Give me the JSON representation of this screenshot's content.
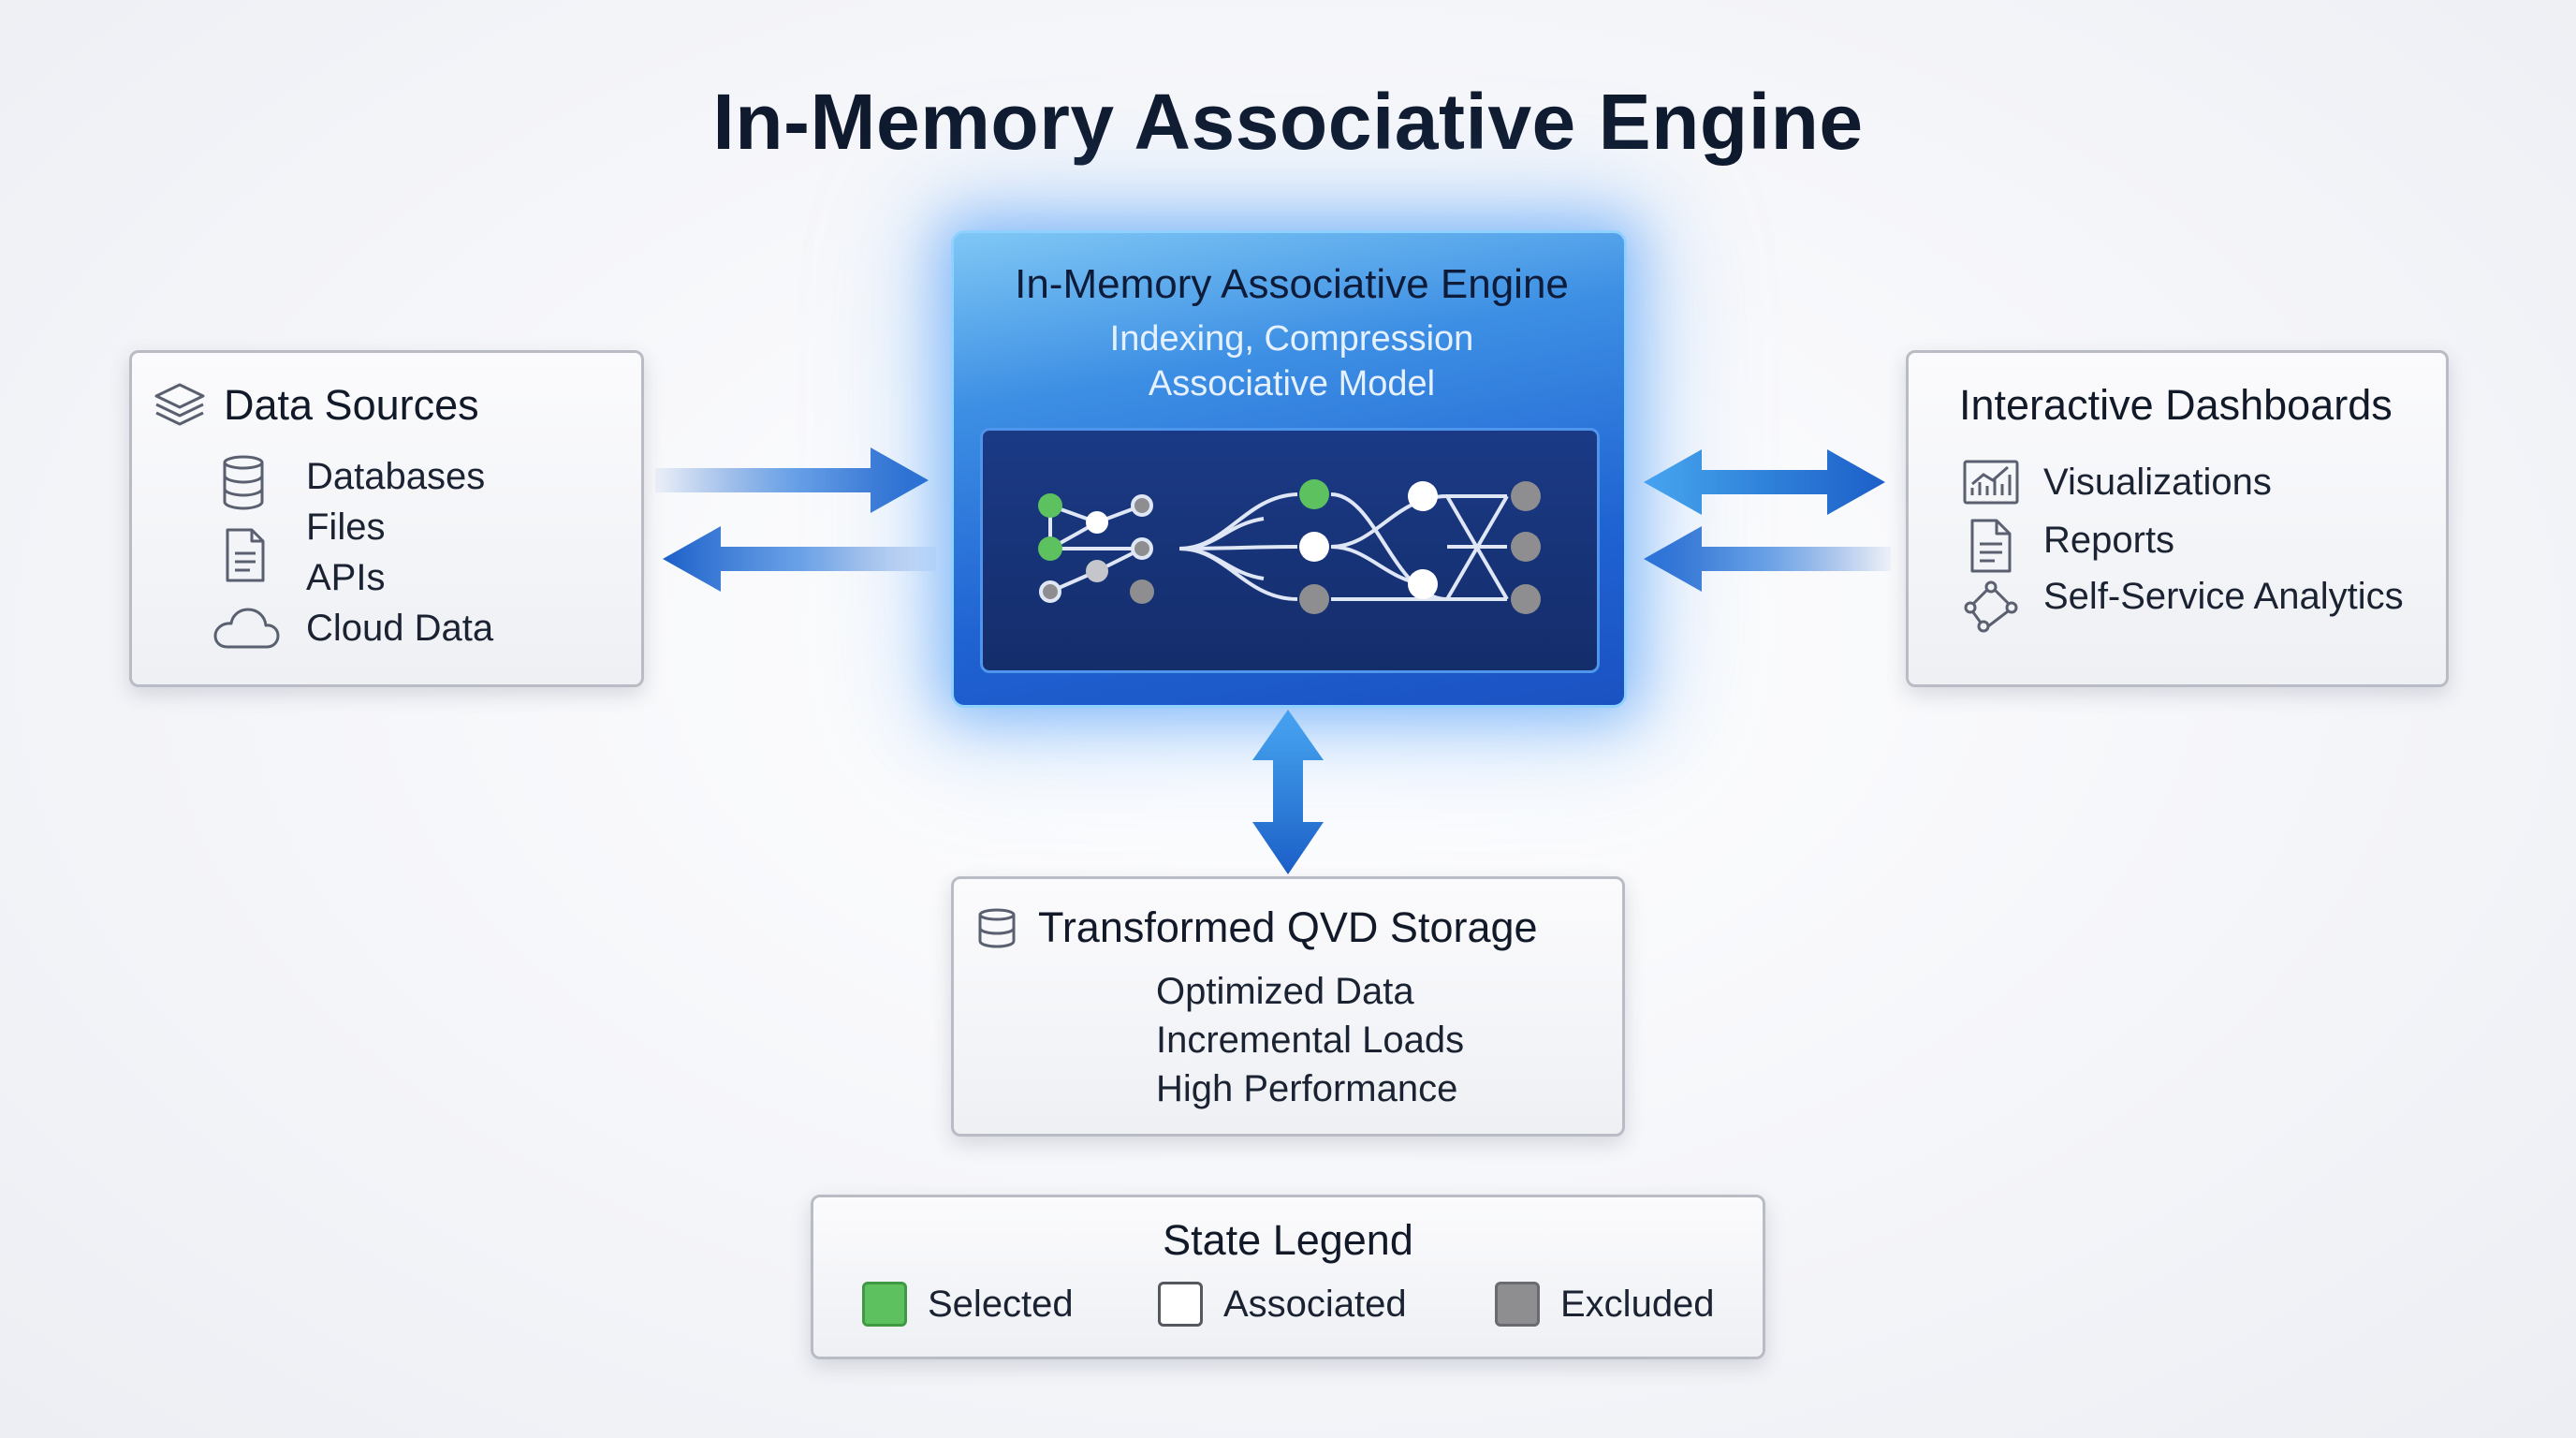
{
  "title": "In-Memory Associative Engine",
  "data_sources": {
    "title": "Data Sources",
    "items": [
      "Databases",
      "Files",
      "APIs",
      "Cloud Data"
    ]
  },
  "engine": {
    "title": "In-Memory Associative Engine",
    "subtitle_line1": "Indexing, Compression",
    "subtitle_line2": "Associative Model"
  },
  "dashboards": {
    "title": "Interactive Dashboards",
    "items": [
      "Visualizations",
      "Reports",
      "Self-Service Analytics"
    ]
  },
  "storage": {
    "title": "Transformed QVD Storage",
    "items": [
      "Optimized Data",
      "Incremental Loads",
      "High Performance"
    ]
  },
  "legend": {
    "title": "State Legend",
    "items": [
      {
        "label": "Selected",
        "color": "#5cc15e"
      },
      {
        "label": "Associated",
        "color": "#ffffff"
      },
      {
        "label": "Excluded",
        "color": "#8e8e90"
      }
    ]
  },
  "colors": {
    "arrow_dark": "#1c5fc8",
    "arrow_light": "#41a2ea",
    "selected": "#5cc15e",
    "associated": "#ffffff",
    "excluded": "#8e8e90"
  }
}
